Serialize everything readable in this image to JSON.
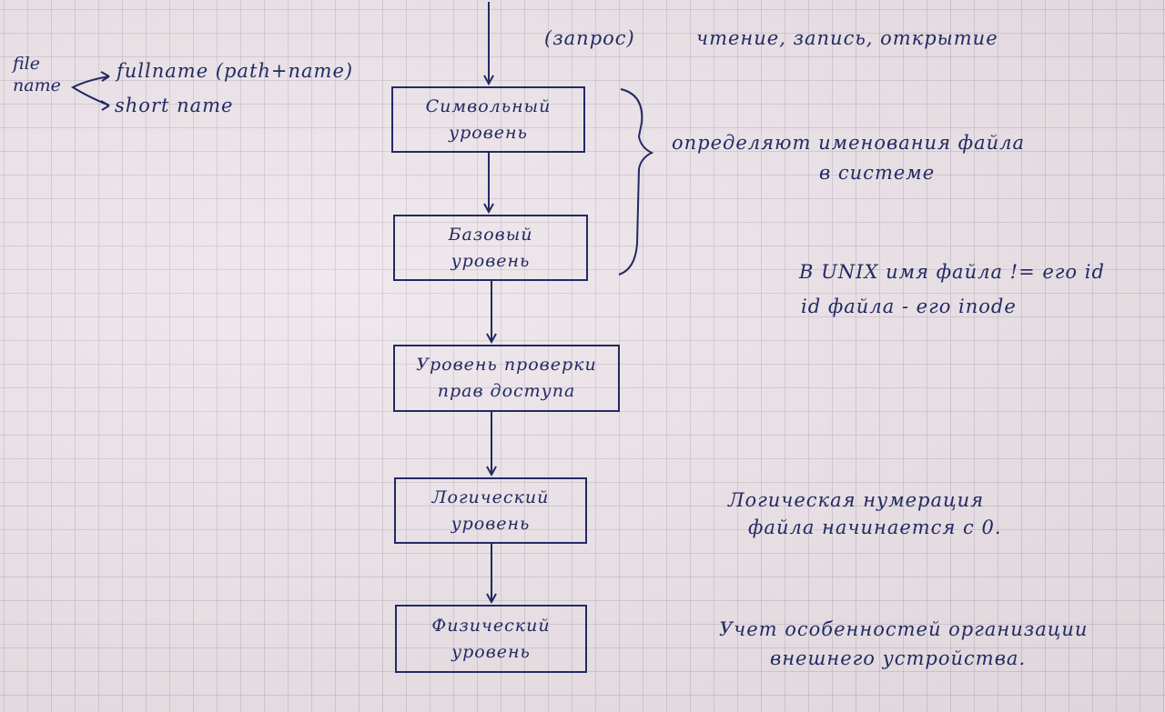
{
  "top_note": {
    "request": "(запрос)",
    "ops": "чтение, запись, открытие"
  },
  "file_name": {
    "label_line1": "file",
    "label_line2": "name",
    "full": "fullname (path+name)",
    "short": "short name"
  },
  "levels": [
    {
      "line1": "Символьный",
      "line2": "уровень"
    },
    {
      "line1": "Базовый",
      "line2": "уровень"
    },
    {
      "line1": "Уровень проверки",
      "line2": "прав доступа"
    },
    {
      "line1": "Логический",
      "line2": "уровень"
    },
    {
      "line1": "Физический",
      "line2": "уровень"
    }
  ],
  "notes": {
    "naming_line1": "определяют именования файла",
    "naming_line2": "в системе",
    "unix_line1": "В UNIX имя файла != его id",
    "unix_line2": "id файла - его inode",
    "logical_line1": "Логическая нумерация",
    "logical_line2": "файла начинается с 0.",
    "physical_line1": "Учет особенностей организации",
    "physical_line2": "внешнего устройства."
  },
  "colors": {
    "ink": "#222a63",
    "paper": "#ece3e8",
    "grid": "#8a82a0"
  }
}
